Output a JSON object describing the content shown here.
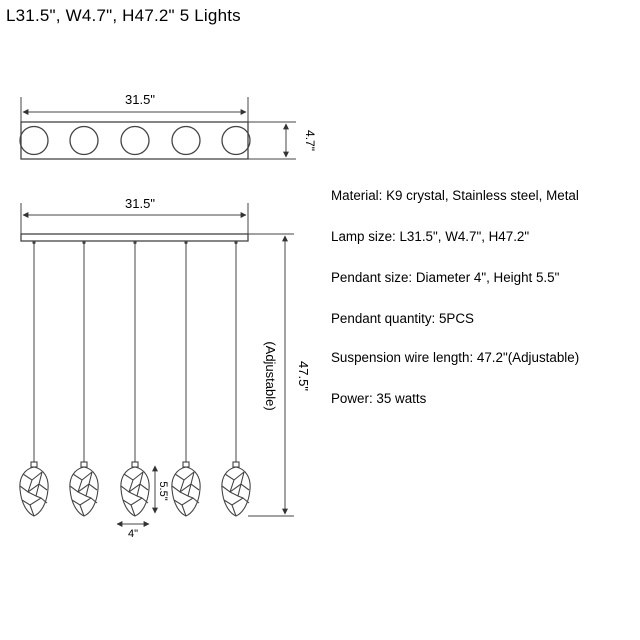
{
  "title": "L31.5\", W4.7\", H47.2\" 5 Lights",
  "top_view": {
    "length_label": "31.5\"",
    "width_label": "4.7\""
  },
  "front_view": {
    "length_label": "31.5\"",
    "height_label": "47.5\"",
    "adjustable_label": "(Adjustable)",
    "pendant_height_label": "5.5\"",
    "pendant_diameter_label": "4\""
  },
  "specs": [
    {
      "key": "Material: ",
      "value": "K9 crystal, Stainless steel, Metal"
    },
    {
      "key": "Lamp size: ",
      "value": "L31.5\", W4.7\", H47.2\""
    },
    {
      "key": "Pendant size: ",
      "value": "Diameter  4\", Height  5.5\""
    },
    {
      "key": "Pendant quantity: ",
      "value": "5PCS"
    },
    {
      "key": "Suspension wire length: ",
      "value": "47.2\"(Adjustable)"
    },
    {
      "key": "Power: ",
      "value": "35 watts"
    }
  ],
  "colors": {
    "line": "#444444",
    "text": "#000000",
    "background": "#ffffff"
  }
}
